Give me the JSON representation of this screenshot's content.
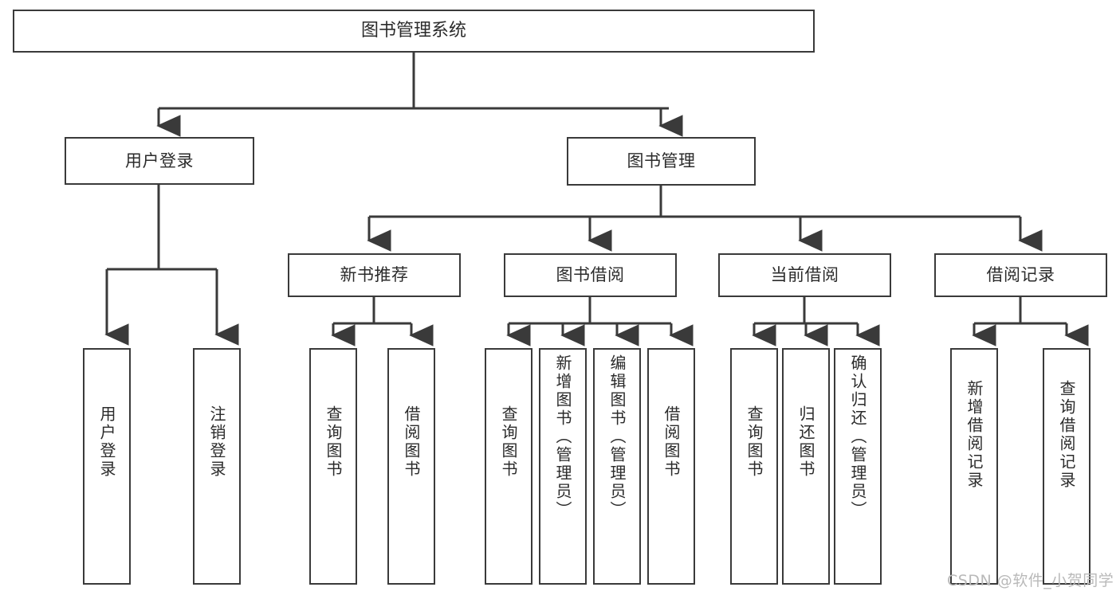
{
  "diagram": {
    "type": "tree",
    "title": "图书管理系统",
    "orientation": "top-down",
    "colors": {
      "box_border": "#3a3a3a",
      "box_fill": "#ffffff",
      "connector": "#3a3a3a",
      "text": "#2b2b2b",
      "watermark": "#b9b9b9",
      "background": "#ffffff"
    }
  },
  "root": {
    "label": "图书管理系统"
  },
  "level2": [
    {
      "id": "user-login",
      "label": "用户登录"
    },
    {
      "id": "book-manage",
      "label": "图书管理"
    }
  ],
  "level3": [
    {
      "id": "new-book-recommend",
      "label": "新书推荐"
    },
    {
      "id": "book-borrow",
      "label": "图书借阅"
    },
    {
      "id": "current-borrow",
      "label": "当前借阅"
    },
    {
      "id": "borrow-record",
      "label": "借阅记录"
    }
  ],
  "leaves": {
    "user_login": [
      {
        "id": "leaf-user-login",
        "label": "用户登录"
      },
      {
        "id": "leaf-logout",
        "label": "注销登录"
      }
    ],
    "new_book_recommend": [
      {
        "id": "leaf-query-book-1",
        "label": "查询图书"
      },
      {
        "id": "leaf-borrow-book-1",
        "label": "借阅图书"
      }
    ],
    "book_borrow": [
      {
        "id": "leaf-query-book-2",
        "label": "查询图书"
      },
      {
        "id": "leaf-add-book",
        "label": "新增图书（管理员）"
      },
      {
        "id": "leaf-edit-book",
        "label": "编辑图书（管理员）"
      },
      {
        "id": "leaf-borrow-book-2",
        "label": "借阅图书"
      }
    ],
    "current_borrow": [
      {
        "id": "leaf-query-book-3",
        "label": "查询图书"
      },
      {
        "id": "leaf-return-book",
        "label": "归还图书"
      },
      {
        "id": "leaf-confirm-return",
        "label": "确认归还（管理员）"
      }
    ],
    "borrow_record": [
      {
        "id": "leaf-add-record",
        "label": "新增借阅记录"
      },
      {
        "id": "leaf-query-record",
        "label": "查询借阅记录"
      }
    ]
  },
  "watermark": {
    "text": "CSDN @软件_小贺同学"
  }
}
